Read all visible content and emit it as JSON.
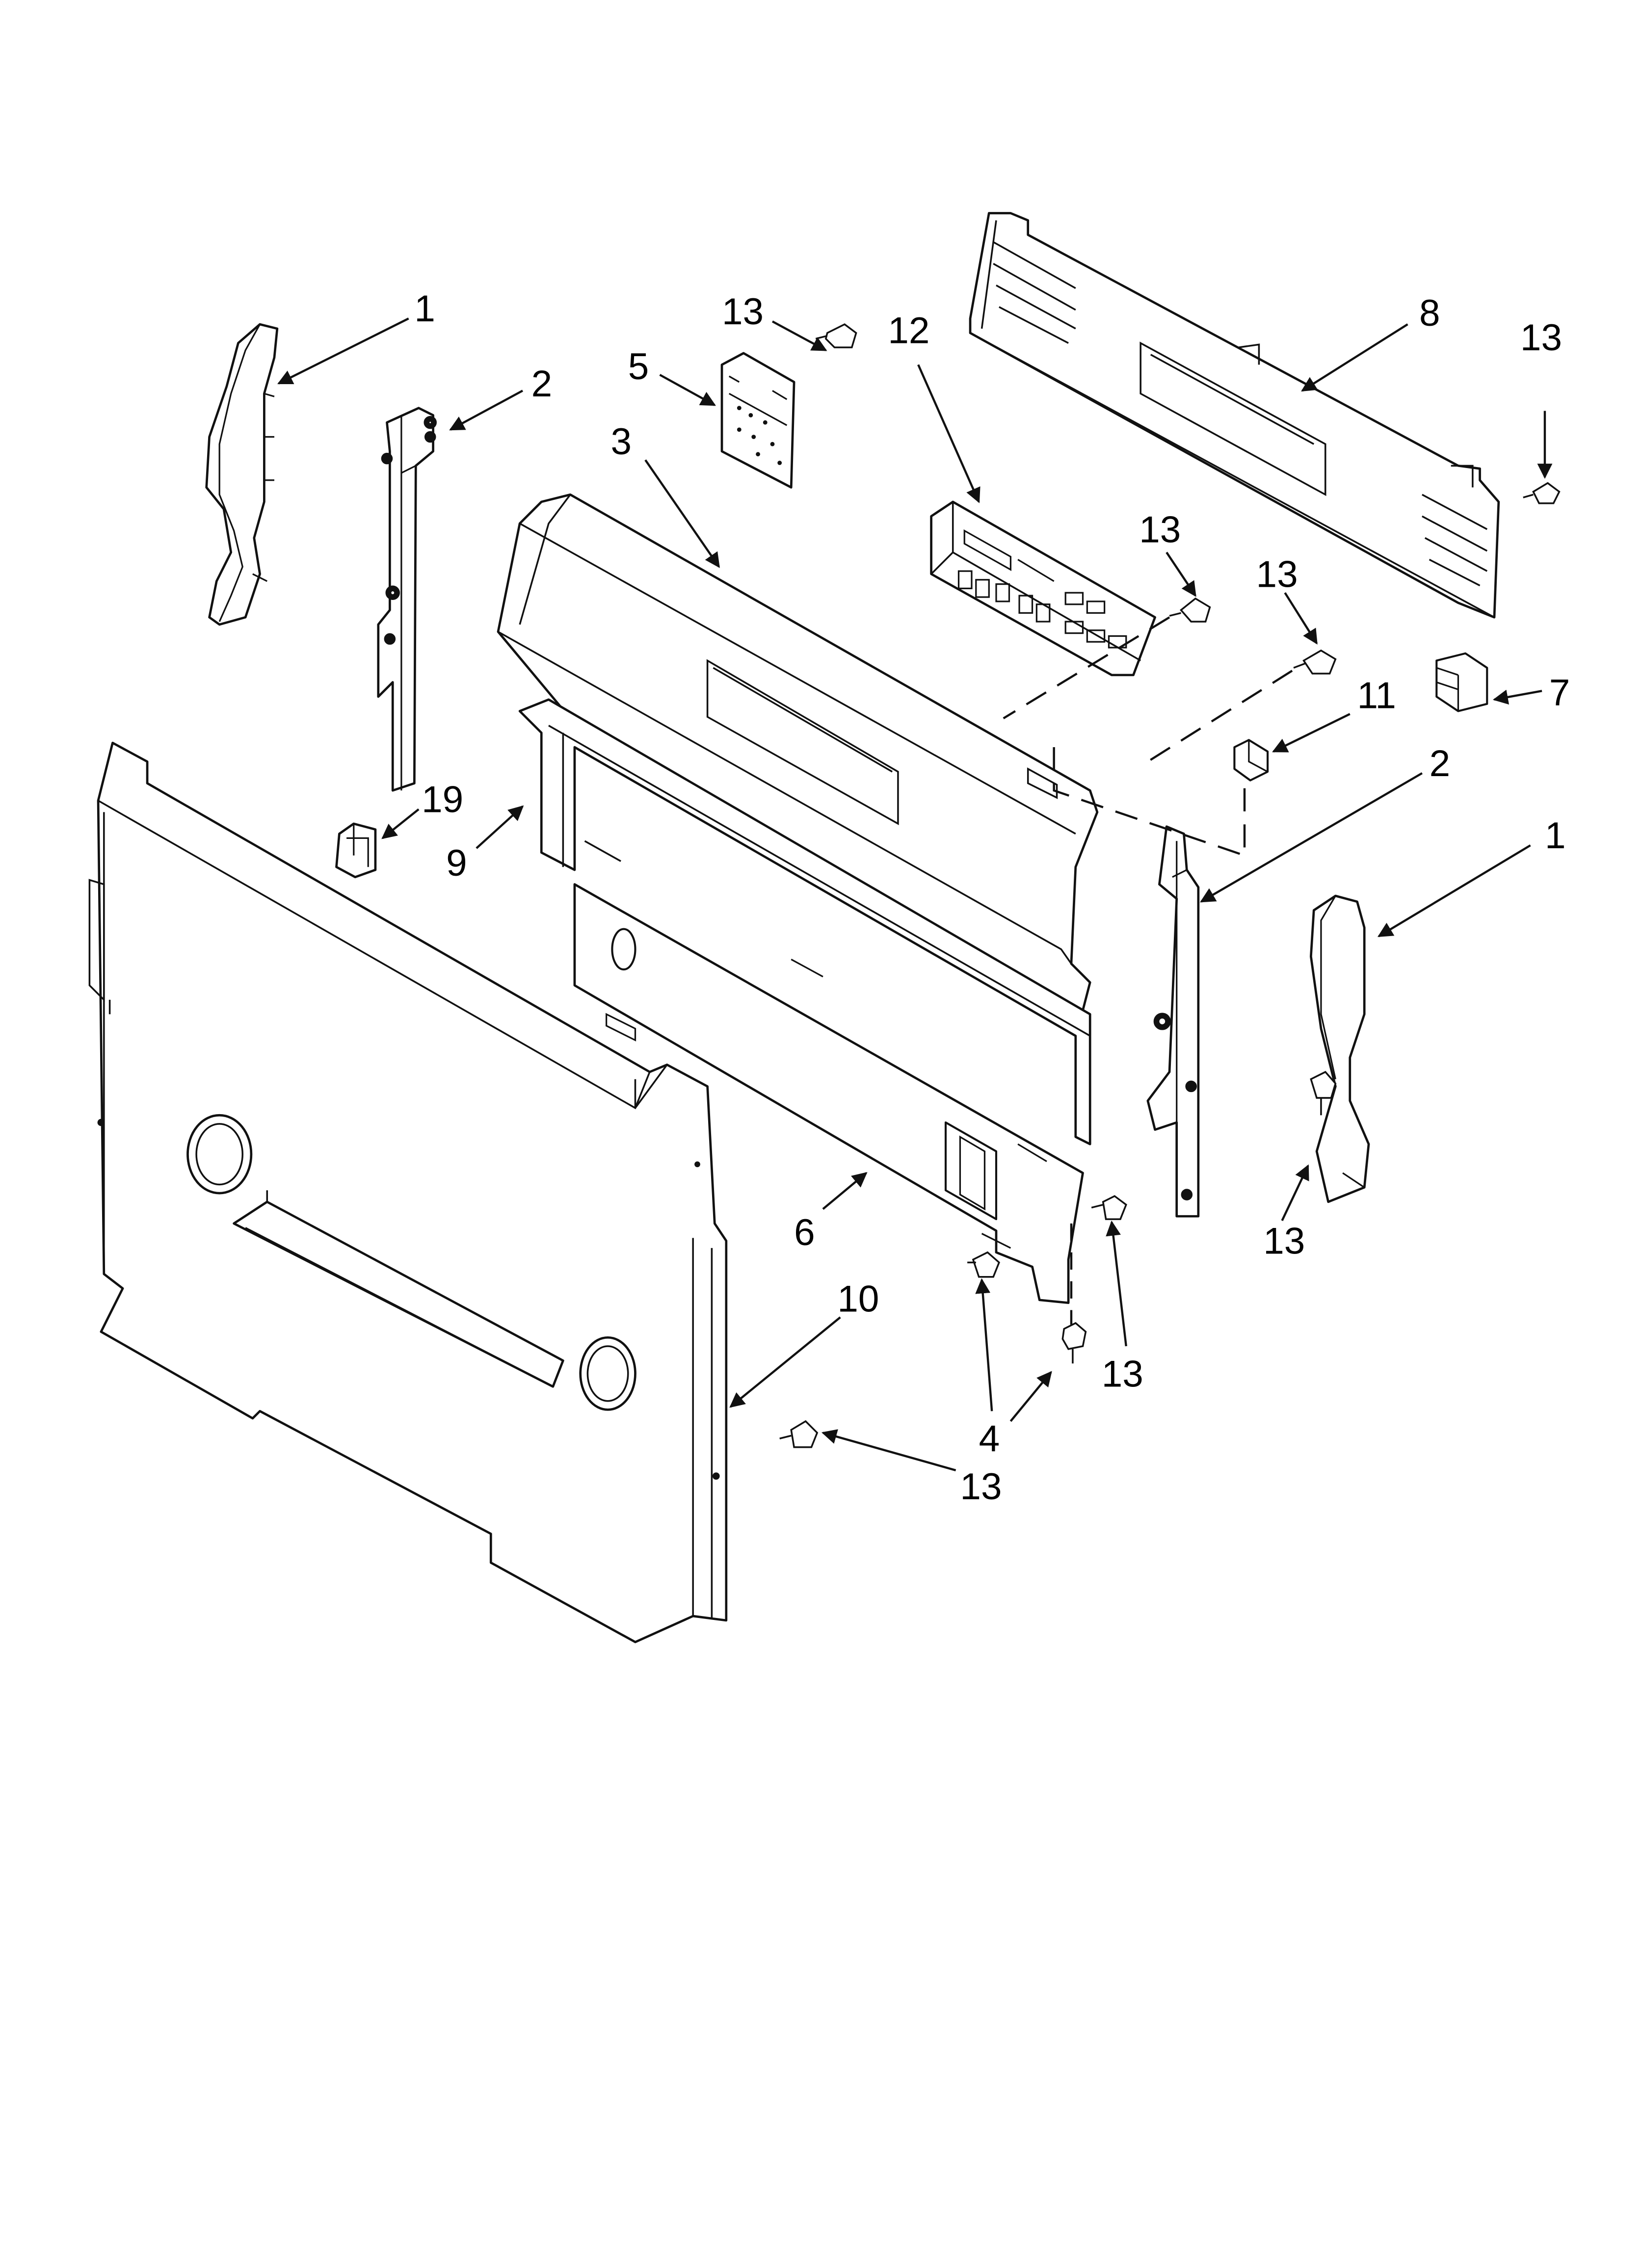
{
  "diagram": {
    "type": "exploded-parts-view",
    "callouts": [
      {
        "id": "c1a",
        "label": "1"
      },
      {
        "id": "c2a",
        "label": "2"
      },
      {
        "id": "c3",
        "label": "3"
      },
      {
        "id": "c5",
        "label": "5"
      },
      {
        "id": "c13a",
        "label": "13"
      },
      {
        "id": "c12",
        "label": "12"
      },
      {
        "id": "c8",
        "label": "8"
      },
      {
        "id": "c13b",
        "label": "13"
      },
      {
        "id": "c13c",
        "label": "13"
      },
      {
        "id": "c13d",
        "label": "13"
      },
      {
        "id": "c7",
        "label": "7"
      },
      {
        "id": "c11",
        "label": "11"
      },
      {
        "id": "c2b",
        "label": "2"
      },
      {
        "id": "c1b",
        "label": "1"
      },
      {
        "id": "c19",
        "label": "19"
      },
      {
        "id": "c9",
        "label": "9"
      },
      {
        "id": "c6",
        "label": "6"
      },
      {
        "id": "c10",
        "label": "10"
      },
      {
        "id": "c13e",
        "label": "13"
      },
      {
        "id": "c13f",
        "label": "13"
      },
      {
        "id": "c4",
        "label": "4"
      },
      {
        "id": "c13g",
        "label": "13"
      }
    ]
  }
}
